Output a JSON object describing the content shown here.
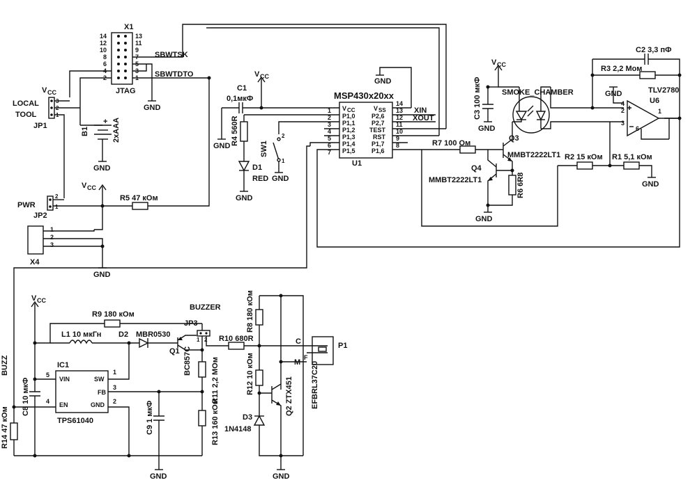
{
  "colors": {
    "ink": "#111111",
    "background": "#ffffff"
  },
  "labels": {
    "x1": "X1",
    "x1_pins_left": [
      "14",
      "12",
      "10",
      "8",
      "6",
      "4",
      "2"
    ],
    "x1_pins_right": [
      "13",
      "11",
      "9",
      "7",
      "5",
      "3",
      "1"
    ],
    "jtag": "JTAG",
    "sbwtsk": "SBWTSK",
    "sbwtdto": "SBWTDTO",
    "gnd": "GND",
    "vcc_v": "V",
    "vcc_sub": "CC",
    "local": "LOCAL",
    "tool": "TOOL",
    "jp1": "JP1",
    "jp1_pins": [
      "3",
      "2",
      "1"
    ],
    "b1": "B1",
    "b1_val": "2xAAA",
    "pwr": "PWR",
    "jp2": "JP2",
    "jp2_pins": [
      "2",
      "1"
    ],
    "r5": "R5 47 кОм",
    "x4": "X4",
    "x4_pins": [
      "1",
      "2",
      "3"
    ],
    "c1": "C1",
    "c1_val": "0,1мкФ",
    "r4": "R4 560R",
    "d1": "D1",
    "d1_val": "RED",
    "sw1": "SW1",
    "sw1_pins": [
      "2",
      "1"
    ],
    "u1_name": "MSP430x20xx",
    "u1": "U1",
    "u1_left_pins": [
      "1",
      "2",
      "3",
      "4",
      "5",
      "6",
      "7"
    ],
    "u1_left_labels": [
      "V",
      "P1,0",
      "P1,1",
      "P1,2",
      "P1,3",
      "P1,4",
      "P1,5"
    ],
    "u1_vcc_sub": "CC",
    "u1_right_pins": [
      "14",
      "13",
      "12",
      "11",
      "10",
      "9",
      "8"
    ],
    "u1_right_labels": [
      "V",
      "P2,6",
      "P2,7",
      "TEST",
      "RST",
      "P1,7",
      "P1,6"
    ],
    "u1_vss_sub": "SS",
    "xin": "XIN",
    "xout": "XOUT",
    "r7": "R7 100 Ом",
    "c3": "C3 100 мкФ",
    "smoke": "SMOKE_CHAMBER",
    "q3": "Q3",
    "q3_val": "MMBT2222LT1",
    "q4": "Q4",
    "q4_val": "MMBT2222LT1",
    "r6": "R6 6R8",
    "c2": "C2 3,3 пФ",
    "r3": "R3 2,2 Мом",
    "tlv": "TLV2780",
    "u6": "U6",
    "u6_pins": [
      "4",
      "2",
      "3",
      "6",
      "1"
    ],
    "r2": "R2 15 кОм",
    "r1": "R1 5,1 кОм",
    "buzz": "BUZZ",
    "r9": "R9 180 кОм",
    "l1": "L1 10 мкГн",
    "d2": "D2",
    "d2_val": "MBR0530",
    "buzzer": "BUZZER",
    "jp3": "JP3",
    "jp3_pins": [
      "1",
      "2"
    ],
    "ic1": "IC1",
    "ic1_pins": {
      "vin": "VIN",
      "sw": "SW",
      "en": "EN",
      "gnd": "GND",
      "fb": "FB"
    },
    "ic1_pin_nums": [
      "5",
      "4",
      "1",
      "3",
      "2"
    ],
    "ic1_val": "TPS61040",
    "c8": "C8 10 мкФ",
    "r14": "R14 47 кОм",
    "c9": "C9 1 мкФ",
    "q1": "Q1",
    "q1_val": "BC857C",
    "r11": "R11 2,2 МОм",
    "r13": "R13 160 кОм",
    "r10": "R10 680R",
    "r8": "R8 180 кОм",
    "r12": "R12 10 кОм",
    "q2": "Q2 ZTX451",
    "d3": "D3",
    "d3_val": "1N4148",
    "p1": "P1",
    "p1_c": "C",
    "p1_m": "M",
    "p1_f": "F",
    "p1_val": "EFBRL37C20",
    "plus": "+"
  }
}
